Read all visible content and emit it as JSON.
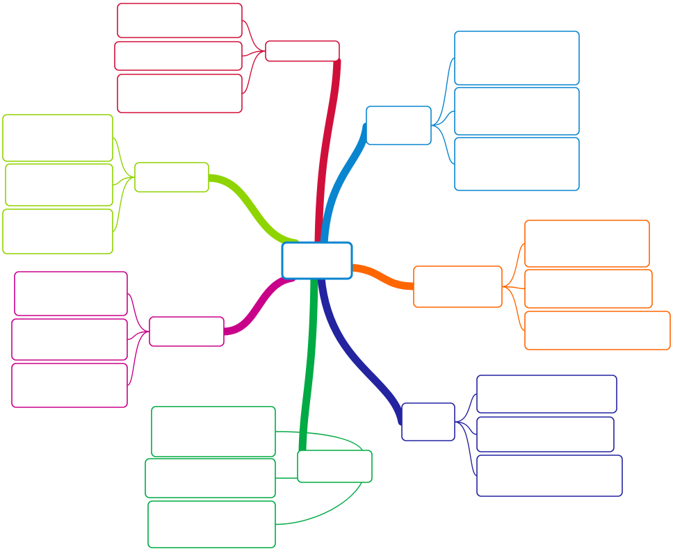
{
  "central_topic": {
    "label": "",
    "color": "#0a85cf"
  },
  "branches": [
    {
      "id": "red",
      "label": "",
      "color": "#d0103a",
      "children": [
        "",
        "",
        ""
      ]
    },
    {
      "id": "blue",
      "label": "",
      "color": "#0a85cf",
      "children": [
        "",
        "",
        ""
      ]
    },
    {
      "id": "lime",
      "label": "",
      "color": "#8fd400",
      "children": [
        "",
        "",
        ""
      ]
    },
    {
      "id": "orange",
      "label": "",
      "color": "#ff6600",
      "children": [
        "",
        "",
        ""
      ]
    },
    {
      "id": "magenta",
      "label": "",
      "color": "#c8008a",
      "children": [
        "",
        "",
        ""
      ]
    },
    {
      "id": "green",
      "label": "",
      "color": "#00aa44",
      "children": [
        "",
        "",
        ""
      ]
    },
    {
      "id": "navy",
      "label": "",
      "color": "#2424a0",
      "children": [
        "",
        "",
        ""
      ]
    }
  ]
}
